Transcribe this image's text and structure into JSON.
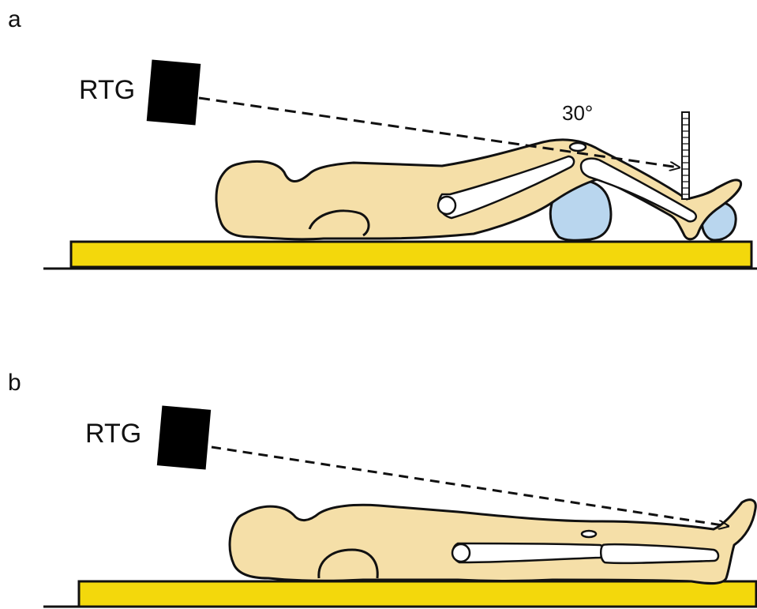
{
  "panels": {
    "a": {
      "label": "a",
      "source_label": "RTG",
      "angle_label": "30°"
    },
    "b": {
      "label": "b",
      "source_label": "RTG"
    }
  },
  "colors": {
    "body_fill": "#f5dfa8",
    "outline": "#111111",
    "bone": "#ffffff",
    "cushion": "#b9d6ee",
    "table": "#f3d80c",
    "source_box": "#000000"
  }
}
